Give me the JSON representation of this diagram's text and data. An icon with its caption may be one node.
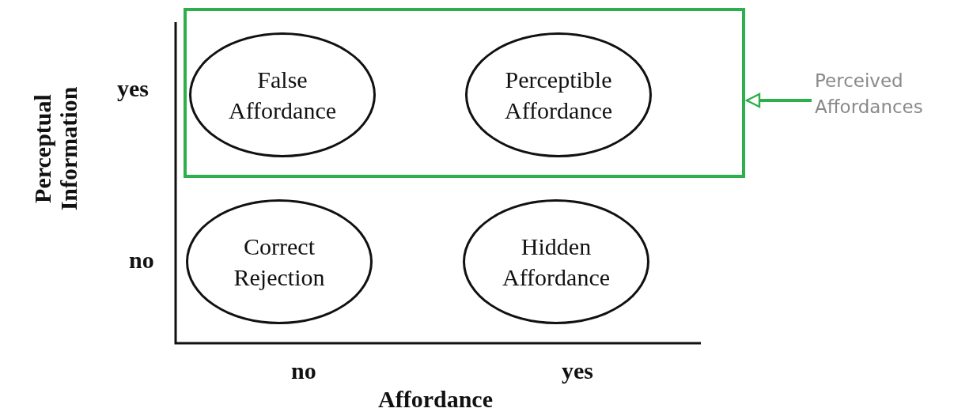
{
  "diagram": {
    "nodes": [
      {
        "text": [],
        "shape": "box"
      },
      {
        "text": [
          "False Affordance"
        ],
        "in": 0
      },
      {
        "text": [
          "Perceptible Affordance"
        ],
        "in": 0
      },
      {
        "text": [
          "Correct Rejection"
        ]
      },
      {
        "text": [
          "Hidden Affordance"
        ]
      },
      {
        "text": [
          "Perceived Affordances"
        ]
      }
    ],
    "edges": [
      {
        "from": 5,
        "to": 0,
        "arrow": "to"
      }
    ],
    "labels": [
      "yes",
      "Perceptual Information",
      "no",
      "no",
      "yes",
      "Affordance"
    ]
  }
}
